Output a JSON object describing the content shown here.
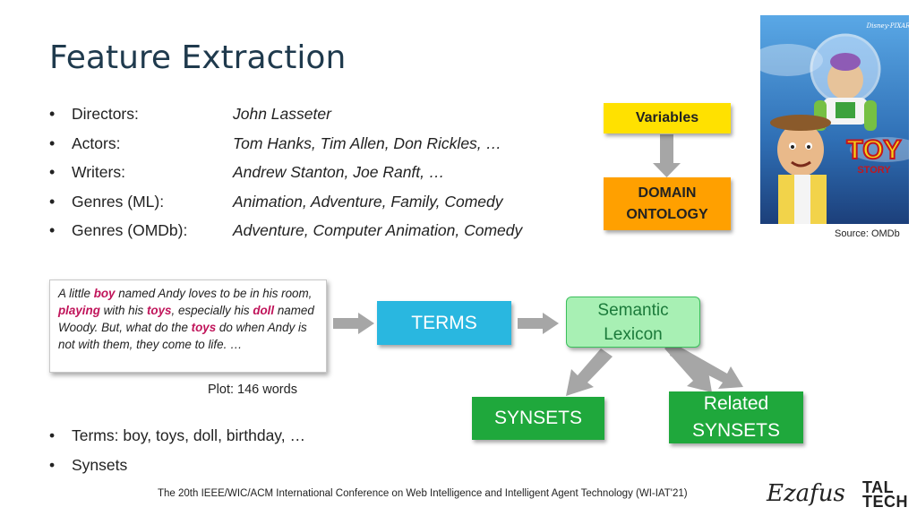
{
  "slide": {
    "title": "Feature Extraction",
    "bullets": [
      {
        "label": "Directors:",
        "value": "John Lasseter"
      },
      {
        "label": "Actors:",
        "value": "Tom Hanks, Tim Allen, Don Rickles, …"
      },
      {
        "label": "Writers:",
        "value": "Andrew Stanton, Joe Ranft, …"
      },
      {
        "label": "Genres (ML):",
        "value": "Animation, Adventure, Family, Comedy"
      },
      {
        "label": "Genres (OMDb):",
        "value": "Adventure, Computer Animation, Comedy"
      }
    ],
    "diagram": {
      "variables": "Variables",
      "ontology_line1": "DOMAIN",
      "ontology_line2": "ONTOLOGY",
      "terms": "TERMS",
      "lexicon_line1": "Semantic",
      "lexicon_line2": "Lexicon",
      "synsets": "SYNSETS",
      "related_line1": "Related",
      "related_line2": "SYNSETS"
    },
    "plot": {
      "parts": [
        "A little ",
        "boy",
        " named Andy loves to be in his room, ",
        "playing",
        " with his ",
        "toys",
        ", especially his ",
        "doll",
        " named Woody. But, what do the ",
        "toys",
        " do when Andy is not with them, they come to life. …"
      ],
      "caption": "Plot: 146 words"
    },
    "bottom_bullets": [
      "Terms: boy, toys, doll, birthday, …",
      "Synsets"
    ],
    "poster": {
      "title_line1": "TOY",
      "title_line2": "STORY",
      "brand": "Disney·PIXAR"
    },
    "source": "Source: OMDb",
    "footer": "The 20th IEEE/WIC/ACM International Conference on Web Intelligence and Intelligent Agent Technology (WI-IAT'21)",
    "logos": {
      "erasmus": "Ezafus",
      "taltech_line1": "TAL",
      "taltech_line2": "TECH"
    },
    "colors": {
      "highlight": "#c0145a",
      "variables": "#ffe100",
      "ontology": "#ffa000",
      "terms": "#29b7e0",
      "lexicon": "#a8f0b4",
      "synsets": "#1fa83c",
      "arrow": "#a6a6a6"
    }
  }
}
